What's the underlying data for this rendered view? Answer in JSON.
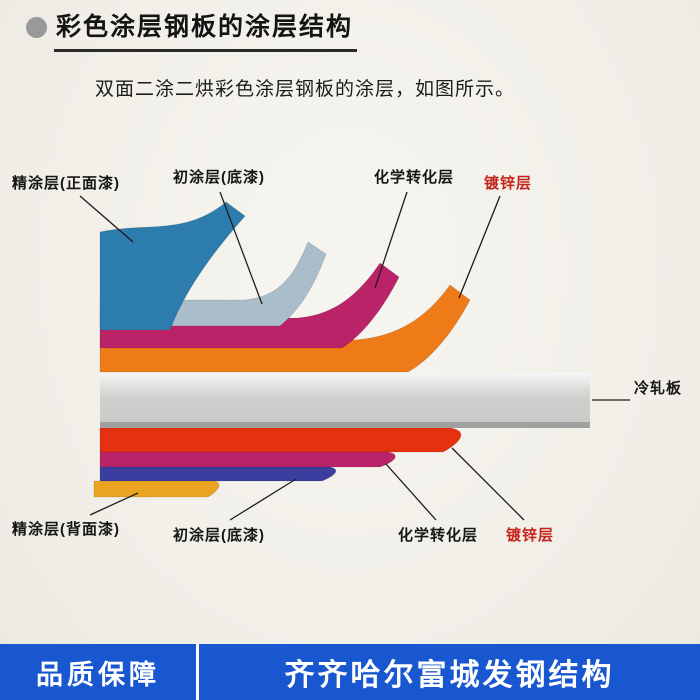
{
  "page": {
    "bg": "#f1efe8",
    "title": "彩色涂层钢板的涂层结构",
    "subtitle": "双面二涂二烘彩色涂层钢板的涂层，如图所示。"
  },
  "diagram": {
    "top_labels": {
      "finish_front": "精涂层(正面漆)",
      "primer_top": "初涂层(底漆)",
      "chem_top": "化学转化层",
      "zinc_top": "镀锌层"
    },
    "right_label": {
      "cold_rolled": "冷轧板"
    },
    "bottom_labels": {
      "finish_back": "精涂层(背面漆)",
      "primer_bottom": "初涂层(底漆)",
      "chem_bottom": "化学转化层",
      "zinc_bottom": "镀锌层"
    },
    "colors": {
      "finish_front": "#2c7cae",
      "primer_top": "#a9bdca",
      "chem_top": "#bb2368",
      "zinc_top": "#ee7b18",
      "steel_plate": "#c9cac7",
      "zinc_bottom": "#e5310f",
      "chem_bottom": "#bb2368",
      "primer_bottom": "#3c3e9f",
      "finish_back": "#eaa41f",
      "label_red": "#c3251c",
      "pointer_line": "#1c1c1c"
    }
  },
  "footer": {
    "bg": "#1857cf",
    "left": "品质保障",
    "right": "齐齐哈尔富城发钢结构"
  }
}
